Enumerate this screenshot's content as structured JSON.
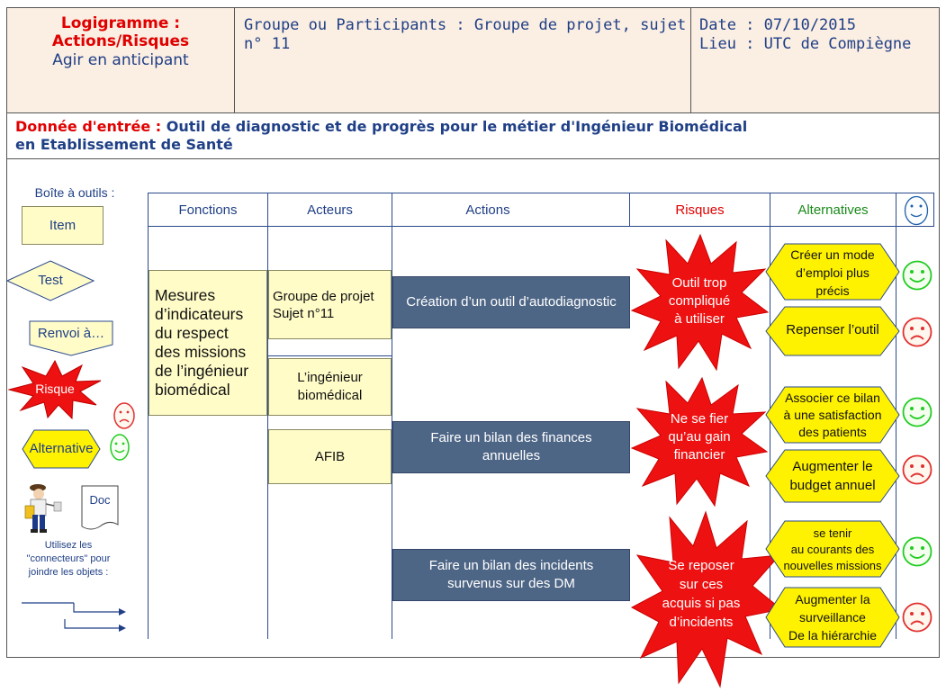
{
  "header": {
    "title_line1": "Logigramme  :",
    "title_line2": "Actions/Risques",
    "title_line3": "Agir en anticipant",
    "group_label": "Groupe ou Participants : Groupe de projet, sujet",
    "group_line2": "n°  11",
    "date_label": "Date :  07/10/2015",
    "lieu_label": "Lieu : UTC de Compiègne"
  },
  "input": {
    "label": "Donnée d'entrée :",
    "text_line1": "Outil  de diagnostic  et de progrès pour le métier d'Ingénieur  Biomédical",
    "text_line2": "en Etablissement  de Santé"
  },
  "toolbox": {
    "title": "Boîte à outils :",
    "item": "Item",
    "test": "Test",
    "renvoi": "Renvoi à…",
    "risque": "Risque",
    "alternative": "Alternative",
    "doc": "Doc",
    "connectors_line1": "Utilisez  les",
    "connectors_line2": "\"connecteurs\"  pour",
    "connectors_line3": "joindre les objets  :"
  },
  "columns": {
    "fonctions": "Fonctions",
    "acteurs": "Acteurs",
    "actions": "Actions",
    "risques": "Risques",
    "alternatives": "Alternatives"
  },
  "fonction": {
    "line1": "Mesures",
    "line2": "d’indicateurs",
    "line3": "du respect",
    "line4": "des missions",
    "line5": "de l’ingénieur",
    "line6": "biomédical"
  },
  "acteurs": {
    "a1_line1": "Groupe de projet",
    "a1_line2": "Sujet n°11",
    "a2_line1": "L’ingénieur",
    "a2_line2": "biomédical",
    "a3": "AFIB"
  },
  "actions": {
    "act1": "Création d’un outil d’autodiagnostic",
    "act2_line1": "Faire un bilan des finances",
    "act2_line2": "annuelles",
    "act3_line1": "Faire un bilan des incidents",
    "act3_line2": "survenus sur des DM"
  },
  "risques": {
    "r1_line1": "Outil trop",
    "r1_line2": "compliqué",
    "r1_line3": "à utiliser",
    "r2_line1": "Ne se fier",
    "r2_line2": "qu’au gain",
    "r2_line3": "financier",
    "r3_line1": "Se reposer",
    "r3_line2": "sur ces",
    "r3_line3": "acquis si pas",
    "r3_line4": "d’incidents"
  },
  "alternatives": {
    "alt1_line1": "Créer un mode",
    "alt1_line2": "d’emploi plus",
    "alt1_line3": "précis",
    "alt2": "Repenser l’outil",
    "alt3_line1": "Associer ce bilan",
    "alt3_line2": "à une satisfaction",
    "alt3_line3": "des patients",
    "alt4_line1": "Augmenter le",
    "alt4_line2": "budget annuel",
    "alt5_line1": "se tenir",
    "alt5_line2": "au courants des",
    "alt5_line3": "nouvelles missions",
    "alt6_line1": "Augmenter  la",
    "alt6_line2": "surveillance",
    "alt6_line3": "De la hiérarchie"
  },
  "colors": {
    "header_bg": "#fbeee2",
    "action_fill": "#4e6686",
    "risk_red": "#ee1111",
    "alt_yellow": "#fff200",
    "item_yellow": "#fffcc8",
    "happy_green": "#22cc22",
    "sad_red": "#e03030",
    "line_blue": "#2b4a8c"
  }
}
